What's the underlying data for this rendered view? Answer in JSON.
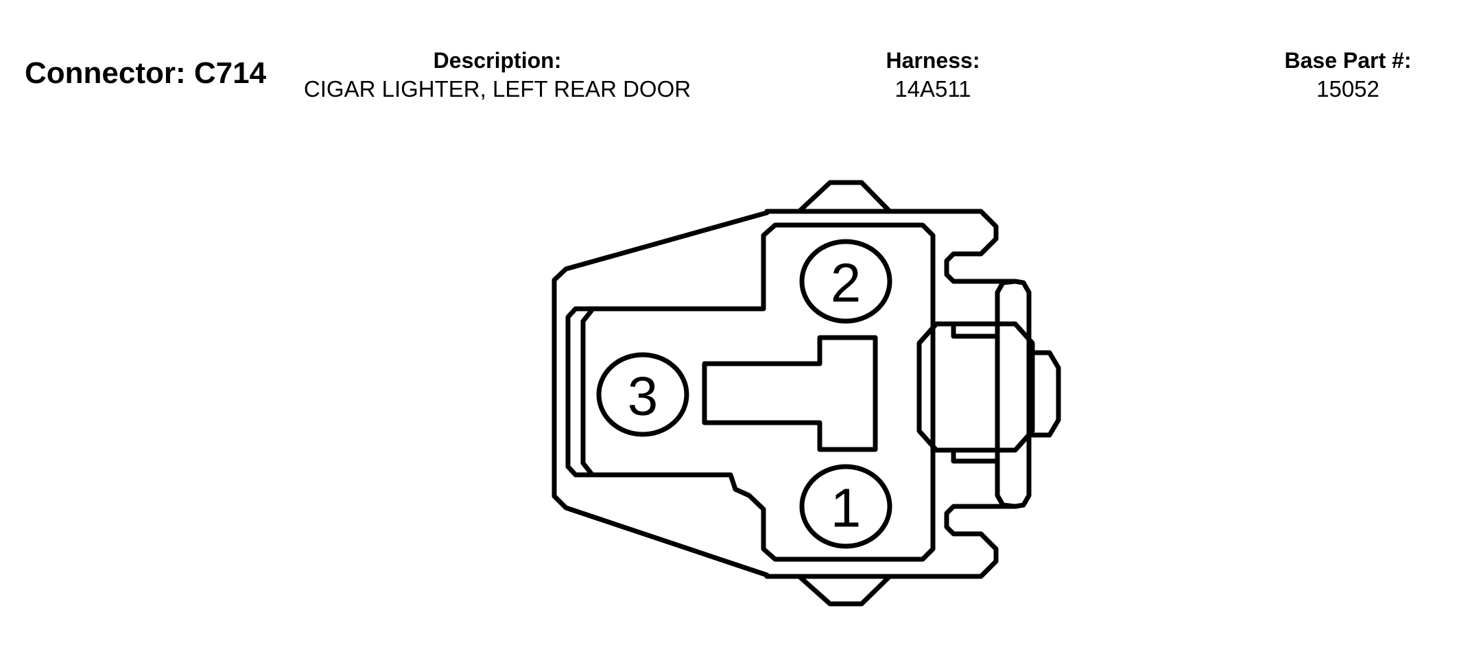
{
  "header": {
    "connector_label": "Connector: C714",
    "description": {
      "label": "Description:",
      "value": "CIGAR LIGHTER, LEFT REAR DOOR"
    },
    "harness": {
      "label": "Harness:",
      "value": "14A511"
    },
    "base_part": {
      "label": "Base Part #:",
      "value": "15052"
    }
  },
  "connector": {
    "pins": [
      "1",
      "2",
      "3"
    ],
    "line_color": "#000000",
    "background_color": "#ffffff"
  }
}
